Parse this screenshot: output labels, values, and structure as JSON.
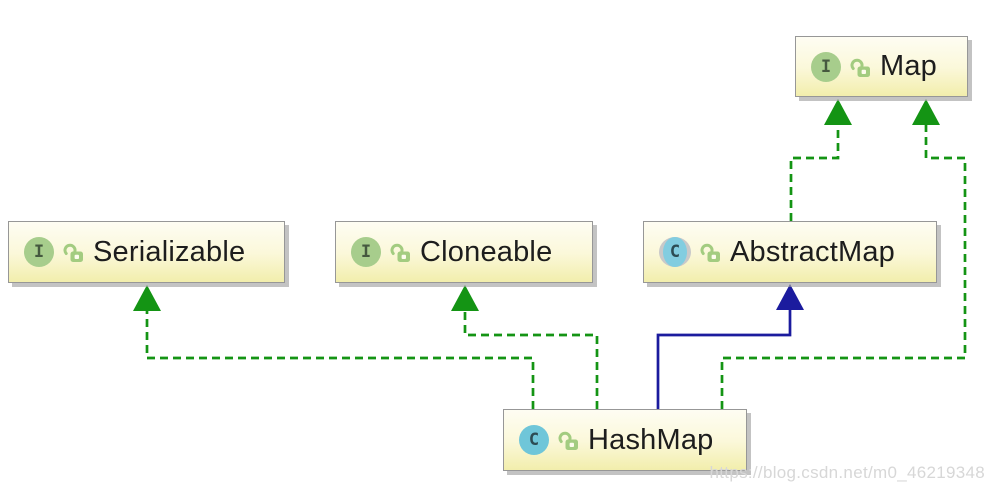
{
  "diagram": {
    "kind": "uml-class-diagram",
    "subject": "HashMap type hierarchy"
  },
  "nodes": [
    {
      "id": "map",
      "label": "Map",
      "kind": "interface",
      "icon_letter": "I",
      "visibility": "public"
    },
    {
      "id": "serializable",
      "label": "Serializable",
      "kind": "interface",
      "icon_letter": "I",
      "visibility": "public"
    },
    {
      "id": "cloneable",
      "label": "Cloneable",
      "kind": "interface",
      "icon_letter": "I",
      "visibility": "public"
    },
    {
      "id": "abstractmap",
      "label": "AbstractMap",
      "kind": "abstract-class",
      "icon_letter": "C",
      "visibility": "public"
    },
    {
      "id": "hashmap",
      "label": "HashMap",
      "kind": "class",
      "icon_letter": "C",
      "visibility": "public"
    }
  ],
  "edges": [
    {
      "from": "HashMap",
      "to": "Serializable",
      "type": "implements",
      "style": "dashed"
    },
    {
      "from": "HashMap",
      "to": "Cloneable",
      "type": "implements",
      "style": "dashed"
    },
    {
      "from": "HashMap",
      "to": "AbstractMap",
      "type": "extends",
      "style": "solid"
    },
    {
      "from": "HashMap",
      "to": "Map",
      "type": "implements",
      "style": "dashed"
    },
    {
      "from": "AbstractMap",
      "to": "Map",
      "type": "implements",
      "style": "dashed"
    }
  ],
  "colors": {
    "implements_edge": "#149414",
    "extends_edge": "#1b1b9e",
    "node_fill_top": "#fefdf3",
    "node_fill_bottom": "#f2eeac",
    "node_border": "#979797",
    "interface_icon_bg": "#a7cd8c",
    "class_icon_bg": "#6fc6d9",
    "lock_icon_green": "#a3cc80"
  },
  "watermark": {
    "text": "https://blog.csdn.net/m0_46219348"
  }
}
